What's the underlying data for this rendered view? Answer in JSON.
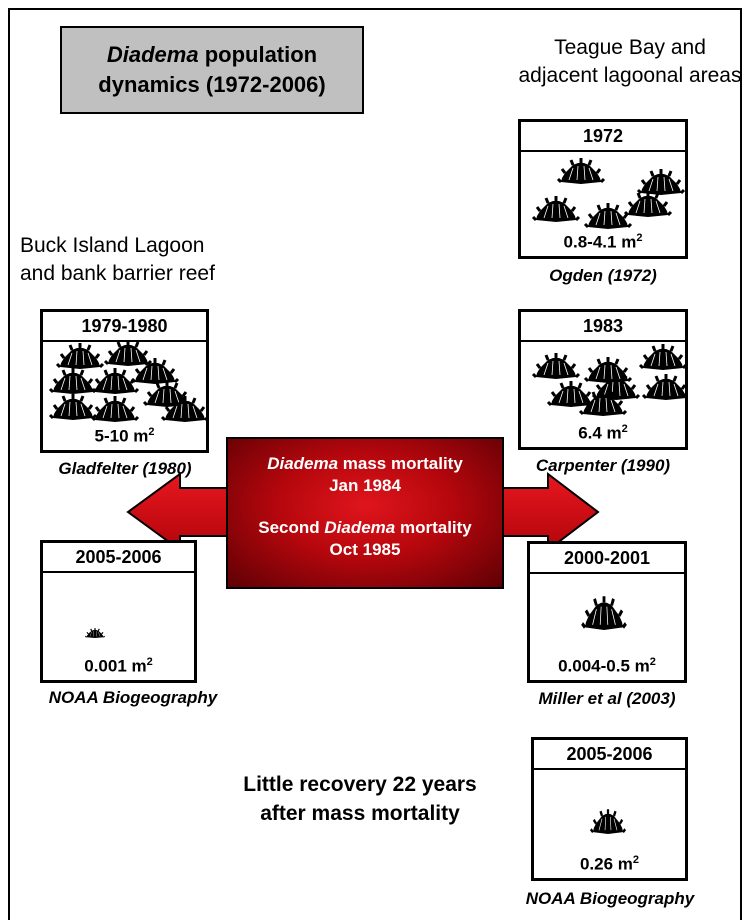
{
  "title": {
    "italic": "Diadema",
    "rest": " population",
    "line2": "dynamics (1972-2006)"
  },
  "regions": {
    "right_line1": "Teague Bay and",
    "right_line2": "adjacent lagoonal areas",
    "left_line1": "Buck Island Lagoon",
    "left_line2": "and bank barrier reef"
  },
  "panels": {
    "r1972": {
      "year": "1972",
      "area": "0.8-4.1 m",
      "cite": "Ogden (1972)"
    },
    "r1983": {
      "year": "1983",
      "area": "6.4 m",
      "cite": "Carpenter (1990)"
    },
    "r2000": {
      "year": "2000-2001",
      "area": "0.004-0.5 m",
      "cite": "Miller et al (2003)"
    },
    "r2005": {
      "year": "2005-2006",
      "area": "0.26 m",
      "cite": "NOAA Biogeography"
    },
    "l1979": {
      "year": "1979-1980",
      "area": "5-10 m",
      "cite": "Gladfelter (1980)"
    },
    "l2005": {
      "year": "2005-2006",
      "area": "0.001 m",
      "cite": "NOAA Biogeography"
    }
  },
  "unit_sup": "2",
  "center": {
    "l1_italic": "Diadema",
    "l1_rest": " mass mortality",
    "l2": "Jan 1984",
    "l3_pre": "Second ",
    "l3_italic": "Diadema",
    "l3_rest": " mortality",
    "l4": "Oct 1985"
  },
  "recovery": {
    "line1": "Little recovery 22 years",
    "line2": "after mass mortality"
  },
  "colors": {
    "arrow": "#d0060f",
    "title_box": "#c0c0c0",
    "urchin": "#000000"
  }
}
